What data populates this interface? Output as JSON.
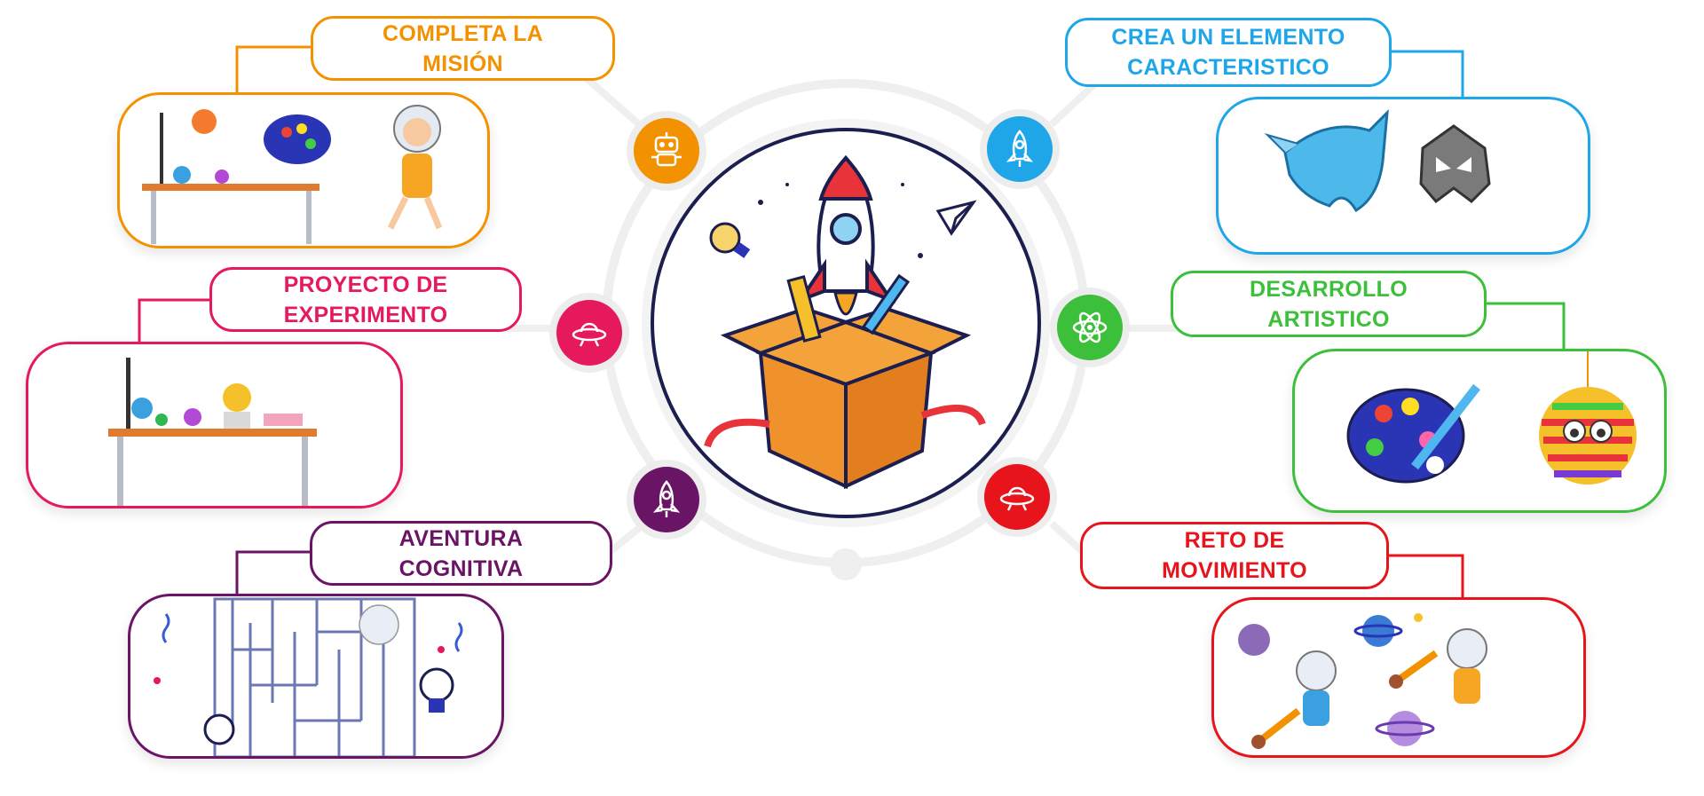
{
  "colors": {
    "orange": "#f39200",
    "pink": "#e6195c",
    "purple": "#6a1466",
    "blue": "#1ea6e8",
    "green": "#3cbf3a",
    "red": "#e8141c",
    "navy": "#1c1e4f"
  },
  "missions": {
    "completa": {
      "title": "COMPLETA LA\nMISIÓN",
      "icon": "robot-icon"
    },
    "proyecto": {
      "title": "PROYECTO DE\nEXPERIMENTO",
      "icon": "ufo-icon"
    },
    "aventura": {
      "title": "AVENTURA\nCOGNITIVA",
      "icon": "rocket-icon"
    },
    "crea": {
      "title": "CREA UN ELEMENTO\nCARACTERISTICO",
      "icon": "rocket-icon"
    },
    "desarrollo": {
      "title": "DESARROLLO\nARTISTICO",
      "icon": "atom-icon"
    },
    "reto": {
      "title": "RETO DE\nMOVIMIENTO",
      "icon": "ufo-icon"
    }
  },
  "center": {
    "icon": "rocket-box-icon"
  }
}
